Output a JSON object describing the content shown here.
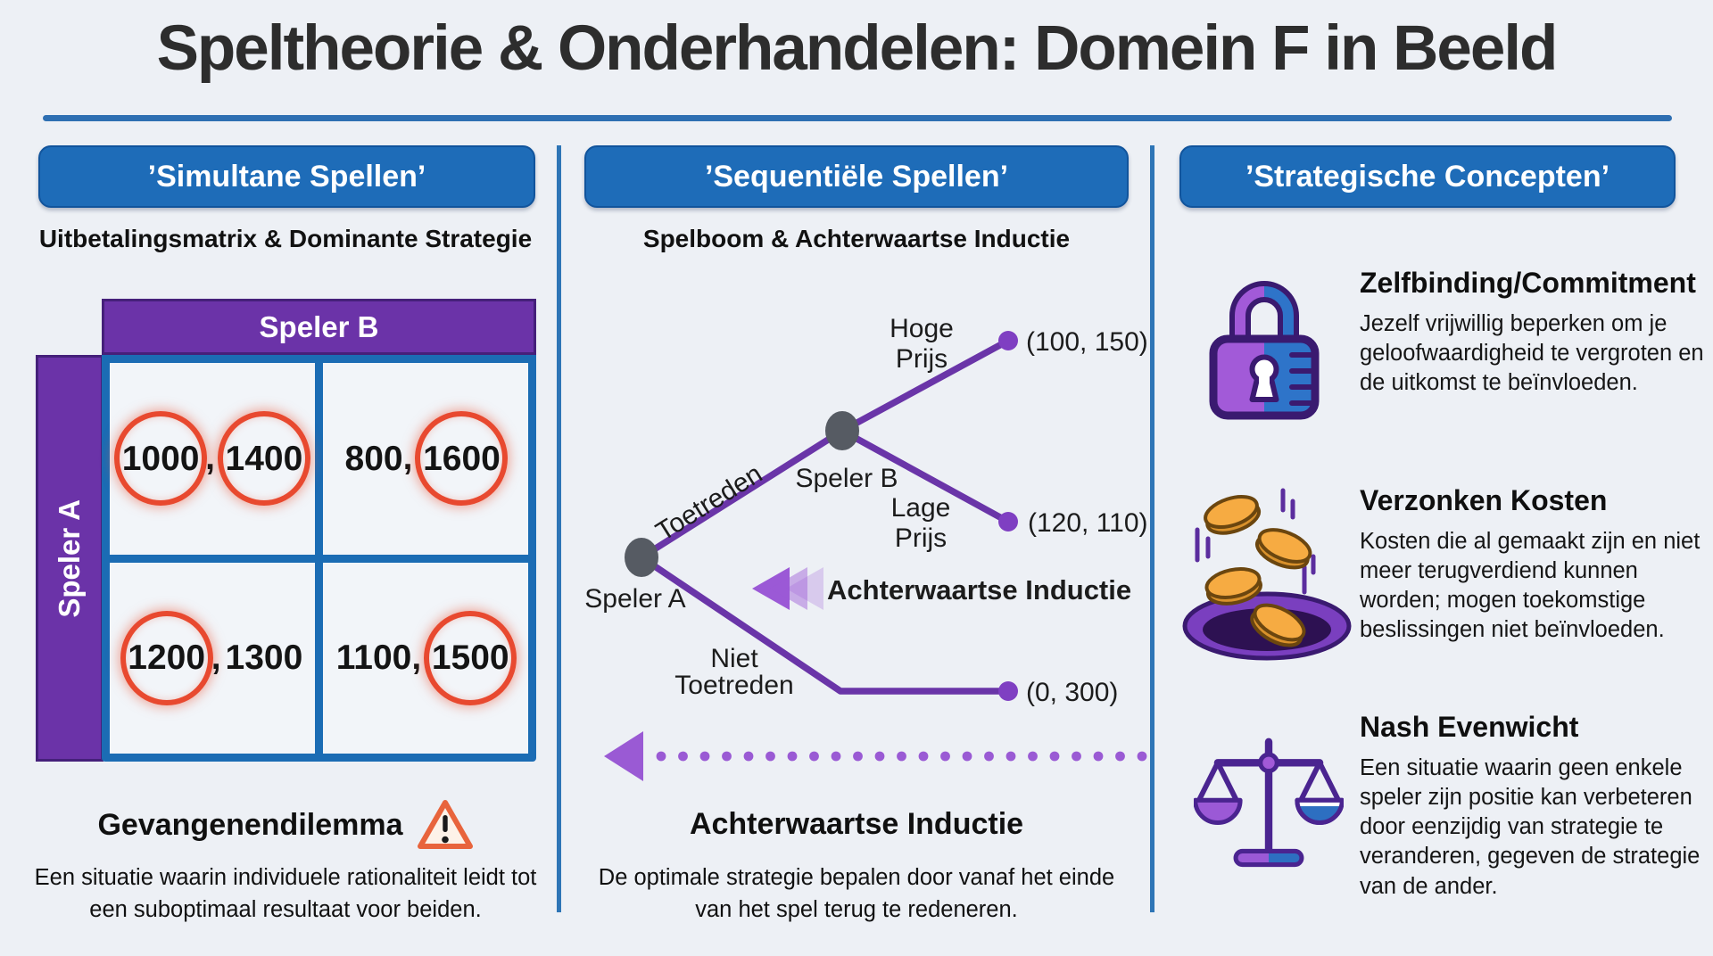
{
  "page": {
    "title": "Speltheorie & Onderhandelen: Domein F in Beeld"
  },
  "colors": {
    "background": "#edf0f5",
    "accent_blue": "#1e6cb8",
    "divider_blue": "#2e75b6",
    "header_purple": "#6b33a8",
    "grid_blue": "#1b6cb4",
    "tree_purple": "#6a35a8",
    "node_gray": "#565b63",
    "terminal_purple": "#7f3fc2",
    "arrow_purple": "#9a5ad4",
    "best_response_red": "#e8492f",
    "coin_gold": "#f6ab42"
  },
  "simultane": {
    "header": "’Simultane Spellen’",
    "subtitle": "Uitbetalingsmatrix & Dominante Strategie",
    "matrix": {
      "col_player": "Speler B",
      "row_player": "Speler A",
      "comma": ",",
      "cells": [
        {
          "a": "1000",
          "b": "1400",
          "a_best": true,
          "b_best": true
        },
        {
          "a": "800",
          "b": "1600",
          "a_best": false,
          "b_best": true
        },
        {
          "a": "1200",
          "b": "1300",
          "a_best": true,
          "b_best": false
        },
        {
          "a": "1100",
          "b": "1500",
          "a_best": false,
          "b_best": true
        }
      ]
    },
    "callout": {
      "title": "Gevangenendilemma",
      "icon": "warning-triangle-icon",
      "description": "Een situatie waarin individuele rationaliteit leidt tot een suboptimaal resultaat voor beiden."
    }
  },
  "sequentieel": {
    "header": "’Sequentiële Spellen’",
    "subtitle": "Spelboom & Achterwaartse Inductie",
    "tree": {
      "root_player": "Speler A",
      "second_player": "Speler B",
      "edge_enter": "Toetreden",
      "edge_not_enter_line1": "Niet",
      "edge_not_enter_line2": "Toetreden",
      "edge_high_line1": "Hoge",
      "edge_high_line2": "Prijs",
      "edge_low_line1": "Lage",
      "edge_low_line2": "Prijs",
      "payoff_high": "(100, 150)",
      "payoff_low": "(120, 110)",
      "payoff_not_enter": "(0, 300)",
      "backward_label": "Achterwaartse Inductie"
    },
    "callout": {
      "title": "Achterwaartse Inductie",
      "description": "De optimale strategie bepalen door vanaf het einde van het spel terug te redeneren."
    }
  },
  "concepten": {
    "header": "’Strategische Concepten’",
    "items": [
      {
        "icon": "lock-icon",
        "title": "Zelfbinding/Commitment",
        "description": "Jezelf vrijwillig beperken om je geloofwaardigheid te vergroten en de uitkomst te beïnvloeden."
      },
      {
        "icon": "falling-coins-icon",
        "title": "Verzonken Kosten",
        "description": "Kosten die al gemaakt zijn en niet meer terugverdiend kunnen worden; mogen toekomstige beslissingen niet beïnvloeden."
      },
      {
        "icon": "balance-scale-icon",
        "title": "Nash Evenwicht",
        "description": "Een situatie waarin geen enkele speler zijn positie kan verbeteren door eenzijdig van strategie te veranderen, gegeven de strategie van de ander."
      }
    ]
  }
}
